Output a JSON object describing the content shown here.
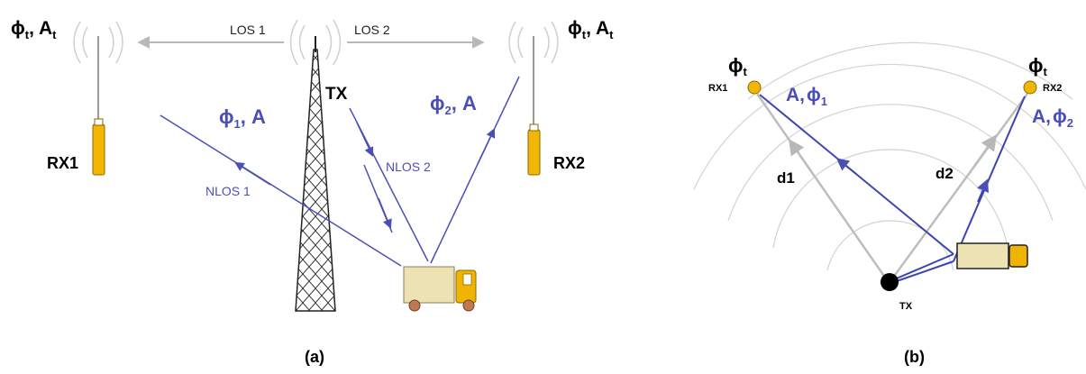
{
  "panel_a": {
    "caption": "(a)",
    "tx_label": "TX",
    "rx1_label": "RX1",
    "rx2_label": "RX2",
    "los1_label": "LOS 1",
    "los2_label": "LOS 2",
    "nlos1_label": "NLOS 1",
    "nlos2_label": "NLOS 2",
    "left_param": {
      "phi": "ϕ",
      "phi_sub": "t",
      "sep": ", ",
      "amp": "A",
      "amp_sub": "t"
    },
    "right_param": {
      "phi": "ϕ",
      "phi_sub": "t",
      "sep": ", ",
      "amp": "A",
      "amp_sub": "t"
    },
    "path1_param": {
      "phi": "ϕ",
      "phi_sub": "1",
      "rest": ", A"
    },
    "path2_param": {
      "phi": "ϕ",
      "phi_sub": "2",
      "rest": ", A"
    }
  },
  "panel_b": {
    "caption": "(b)",
    "tx_label": "TX",
    "rx1_label": "RX1",
    "rx2_label": "RX2",
    "d1_label": "d1",
    "d2_label": "d2",
    "rx1_phi": {
      "phi": "ϕ",
      "phi_sub": "t"
    },
    "rx2_phi": {
      "phi": "ϕ",
      "phi_sub": "t"
    },
    "path1_param": {
      "amp": "A,",
      "phi": "ϕ",
      "phi_sub": "1"
    },
    "path2_param": {
      "amp": "A,",
      "phi": "ϕ",
      "phi_sub": "2"
    }
  },
  "colors": {
    "nlos_blue": "#4a4fb8",
    "los_gray": "#b8b8b8",
    "receiver_yellow": "#f2b705",
    "truck_body": "#ede2b4",
    "truck_cab": "#f0b400"
  }
}
